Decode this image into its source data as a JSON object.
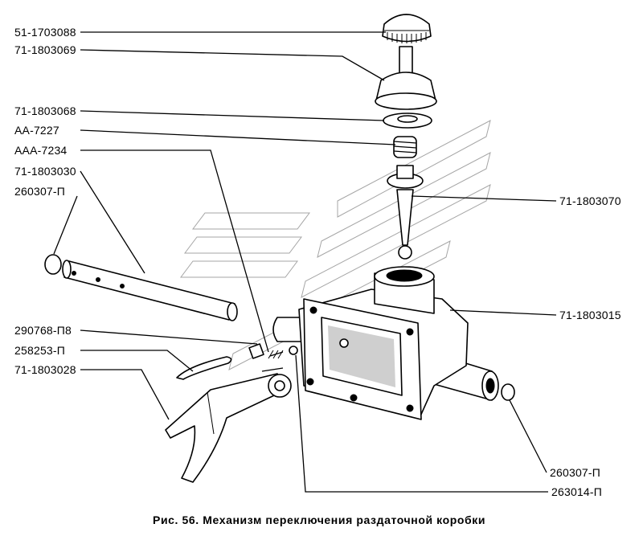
{
  "caption": "Рис. 56. Механизм переключения раздаточной коробки",
  "labels": {
    "l1": "51-1703088",
    "l2": "71-1803069",
    "l3": "71-1803068",
    "l4": "АА-7227",
    "l5": "ААА-7234",
    "l6": "71-1803030",
    "l7": "260307-П",
    "l8": "290768-П8",
    "l9": "258253-П",
    "l10": "71-1803028",
    "r1": "71-1803070",
    "r2": "71-1803015",
    "r3": "260307-П",
    "r4": "263014-П"
  }
}
